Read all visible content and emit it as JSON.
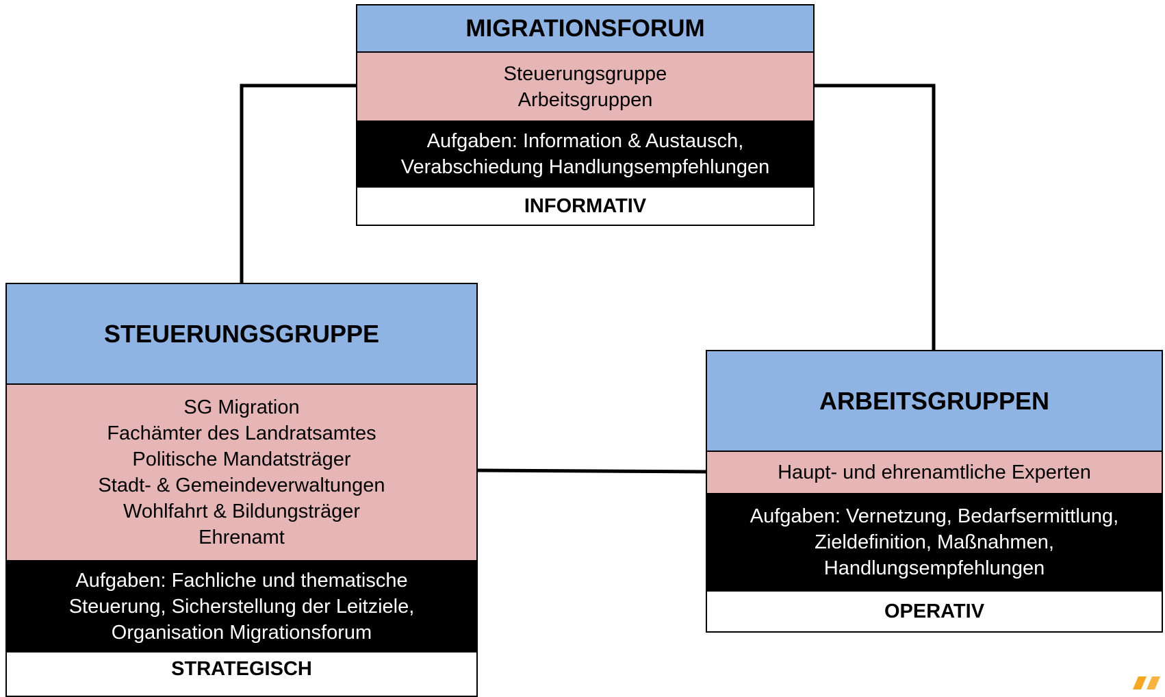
{
  "colors": {
    "header_bg": "#8fb3e3",
    "members_bg": "#e6b6b6",
    "tasks_bg": "#000000",
    "tasks_text": "#ffffff",
    "level_bg": "#ffffff",
    "connector": "#000000",
    "logo_accent": "#f5a623"
  },
  "boxes": {
    "forum": {
      "title": "MIGRATIONSFORUM",
      "members": [
        "Steuerungsgruppe",
        "Arbeitsgruppen"
      ],
      "tasks": [
        "Aufgaben: Information & Austausch,",
        "Verabschiedung Handlungsempfehlungen"
      ],
      "level": "INFORMATIV"
    },
    "steering": {
      "title": "STEUERUNGSGRUPPE",
      "members": [
        "SG Migration",
        "Fachämter des Landratsamtes",
        "Politische Mandatsträger",
        "Stadt- & Gemeindeverwaltungen",
        "Wohlfahrt & Bildungsträger",
        "Ehrenamt"
      ],
      "tasks": [
        "Aufgaben: Fachliche und thematische",
        "Steuerung, Sicherstellung der Leitziele,",
        "Organisation Migrationsforum"
      ],
      "level": "STRATEGISCH"
    },
    "working": {
      "title": "ARBEITSGRUPPEN",
      "members": [
        "Haupt- und ehrenamtliche Experten"
      ],
      "tasks": [
        "Aufgaben: Vernetzung, Bedarfsermittlung,",
        "Zieldefinition, Maßnahmen,",
        "Handlungsempfehlungen"
      ],
      "level": "OPERATIV"
    }
  },
  "logo_icon": "corner-logo-icon"
}
